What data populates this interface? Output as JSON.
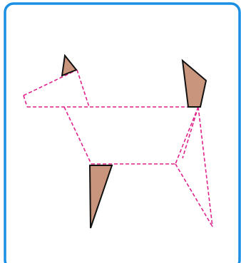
{
  "colors": {
    "frame_border": "#1a8fe3",
    "card_background": "#ffffff",
    "dashed_lines": "#e0238c",
    "shape_fill": "#c9957d",
    "shape_outline": "#111111"
  },
  "figure": {
    "description_shapes": [
      "ear-triangle",
      "tail-quad",
      "front-leg-triangle"
    ],
    "dashed_segments": 13
  }
}
